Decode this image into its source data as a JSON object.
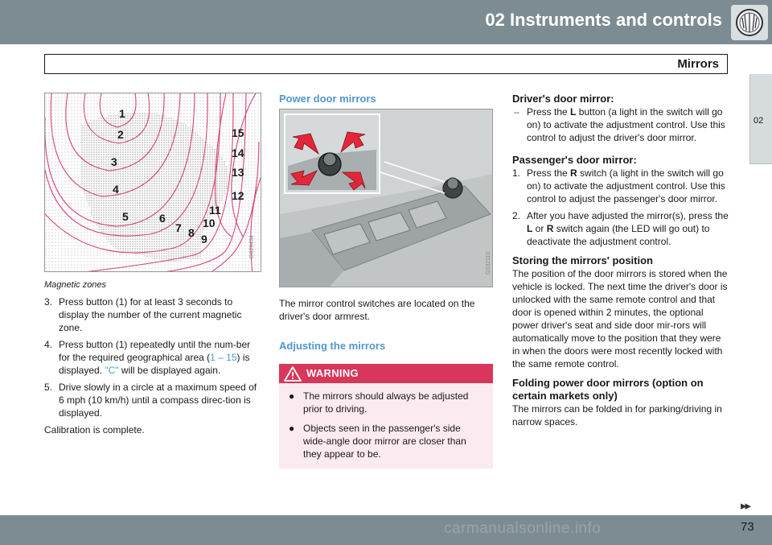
{
  "header": {
    "chapter_title": "02 Instruments and controls",
    "section_title": "Mirrors",
    "chapter_tab": "02"
  },
  "footer": {
    "next_page_marker": "▸▸",
    "page_number": "73",
    "watermark": "carmanualsonline.info"
  },
  "zone_map": {
    "caption": "Magnetic zones",
    "image_code": "G029434",
    "zone_labels": [
      "1",
      "2",
      "3",
      "4",
      "5",
      "6",
      "7",
      "8",
      "9",
      "10",
      "11",
      "12",
      "13",
      "14",
      "15"
    ]
  },
  "calibration_steps": [
    {
      "num": "3.",
      "text": "Press button (1) for at least 3 seconds to display the number of the current magnetic zone."
    },
    {
      "num": "4.",
      "pre": "Press button (1) repeatedly until the num-ber for the required geographical area (",
      "link_range": "1 – 15",
      "mid": ") is displayed. ",
      "link_c": "\"C\"",
      "post": " will be displayed again."
    },
    {
      "num": "5.",
      "text": "Drive slowly in a circle at a maximum speed of 6 mph (10 km/h) until a compass direc-tion is displayed."
    }
  ],
  "calibration_complete": "Calibration is complete.",
  "power_mirrors": {
    "heading": "Power door mirrors",
    "image_code": "G032110",
    "description": "The mirror control switches are located on the driver's door armrest.",
    "adjust_heading": "Adjusting the mirrors",
    "warning_title": "WARNING",
    "warning_items": [
      "The mirrors should always be adjusted prior to driving.",
      "Objects seen in the passenger's side wide-angle door mirror are closer than they appear to be."
    ]
  },
  "driver_mirror": {
    "heading": "Driver's door mirror:",
    "dash": "–",
    "pre": "Press the ",
    "key": "L",
    "post": " button (a light in the switch will go on) to activate the adjustment control. Use this control to adjust the driver's door mirror."
  },
  "passenger_mirror": {
    "heading": "Passenger's door mirror:",
    "steps": [
      {
        "num": "1.",
        "pre": "Press the ",
        "key": "R",
        "post": " switch (a light in the switch will go on) to activate the adjustment control. Use this control to adjust the passenger's door mirror."
      },
      {
        "num": "2.",
        "pre": "After you have adjusted the mirror(s), press the ",
        "key": "L",
        "mid": " or ",
        "key2": "R",
        "post": " switch again (the LED will go out) to deactivate the adjustment control."
      }
    ]
  },
  "storing": {
    "heading": "Storing the mirrors' position",
    "text": "The position of the door mirrors is stored when the vehicle is locked. The next time the driver's door is unlocked with the same remote control and that door is opened within 2 minutes, the optional power driver's seat and side door mir-rors will automatically move to the position that they were in when the doors were most recently locked with the same remote control."
  },
  "folding": {
    "heading": "Folding power door mirrors (option on certain markets only)",
    "text": "The mirrors can be folded in for parking/driving in narrow spaces."
  },
  "colors": {
    "header_bar": "#7d8c93",
    "link_blue": "#4c9bd6",
    "heading_blue": "#5296cc",
    "warning_red": "#d8365a",
    "warning_bg": "#fbeaef",
    "zone_line": "#d4447c"
  },
  "icons": [
    "volvo-logo-icon",
    "warning-triangle-icon",
    "mirror-control-arrows-icon"
  ]
}
